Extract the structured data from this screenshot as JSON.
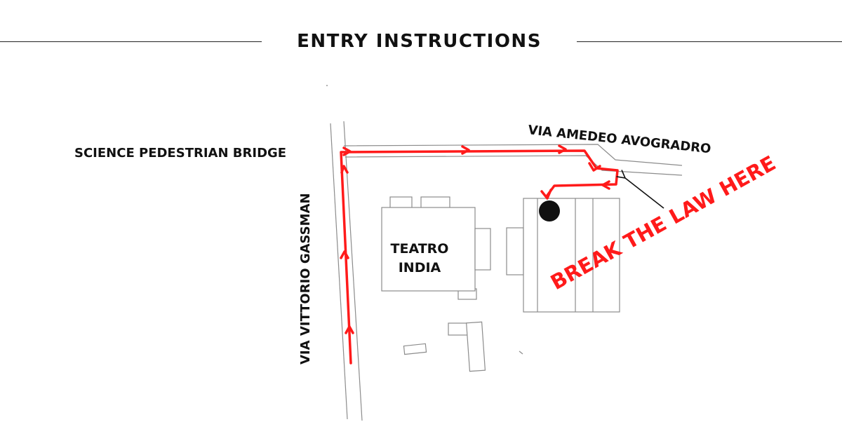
{
  "header": {
    "title": "ENTRY INSTRUCTIONS"
  },
  "labels": {
    "bridge": "SCIENCE PEDESTRIAN BRIDGE",
    "street_top": "VIA AMEDEO AVOGRADRO",
    "street_left": "VIA VITTORIO GASSMAN",
    "building_line1": "TEATRO",
    "building_line2": "INDIA",
    "callout": "BREAK THE LAW HERE"
  },
  "colors": {
    "route": "#ff1a1a",
    "outline": "#8c8c8c",
    "text": "#111111"
  }
}
